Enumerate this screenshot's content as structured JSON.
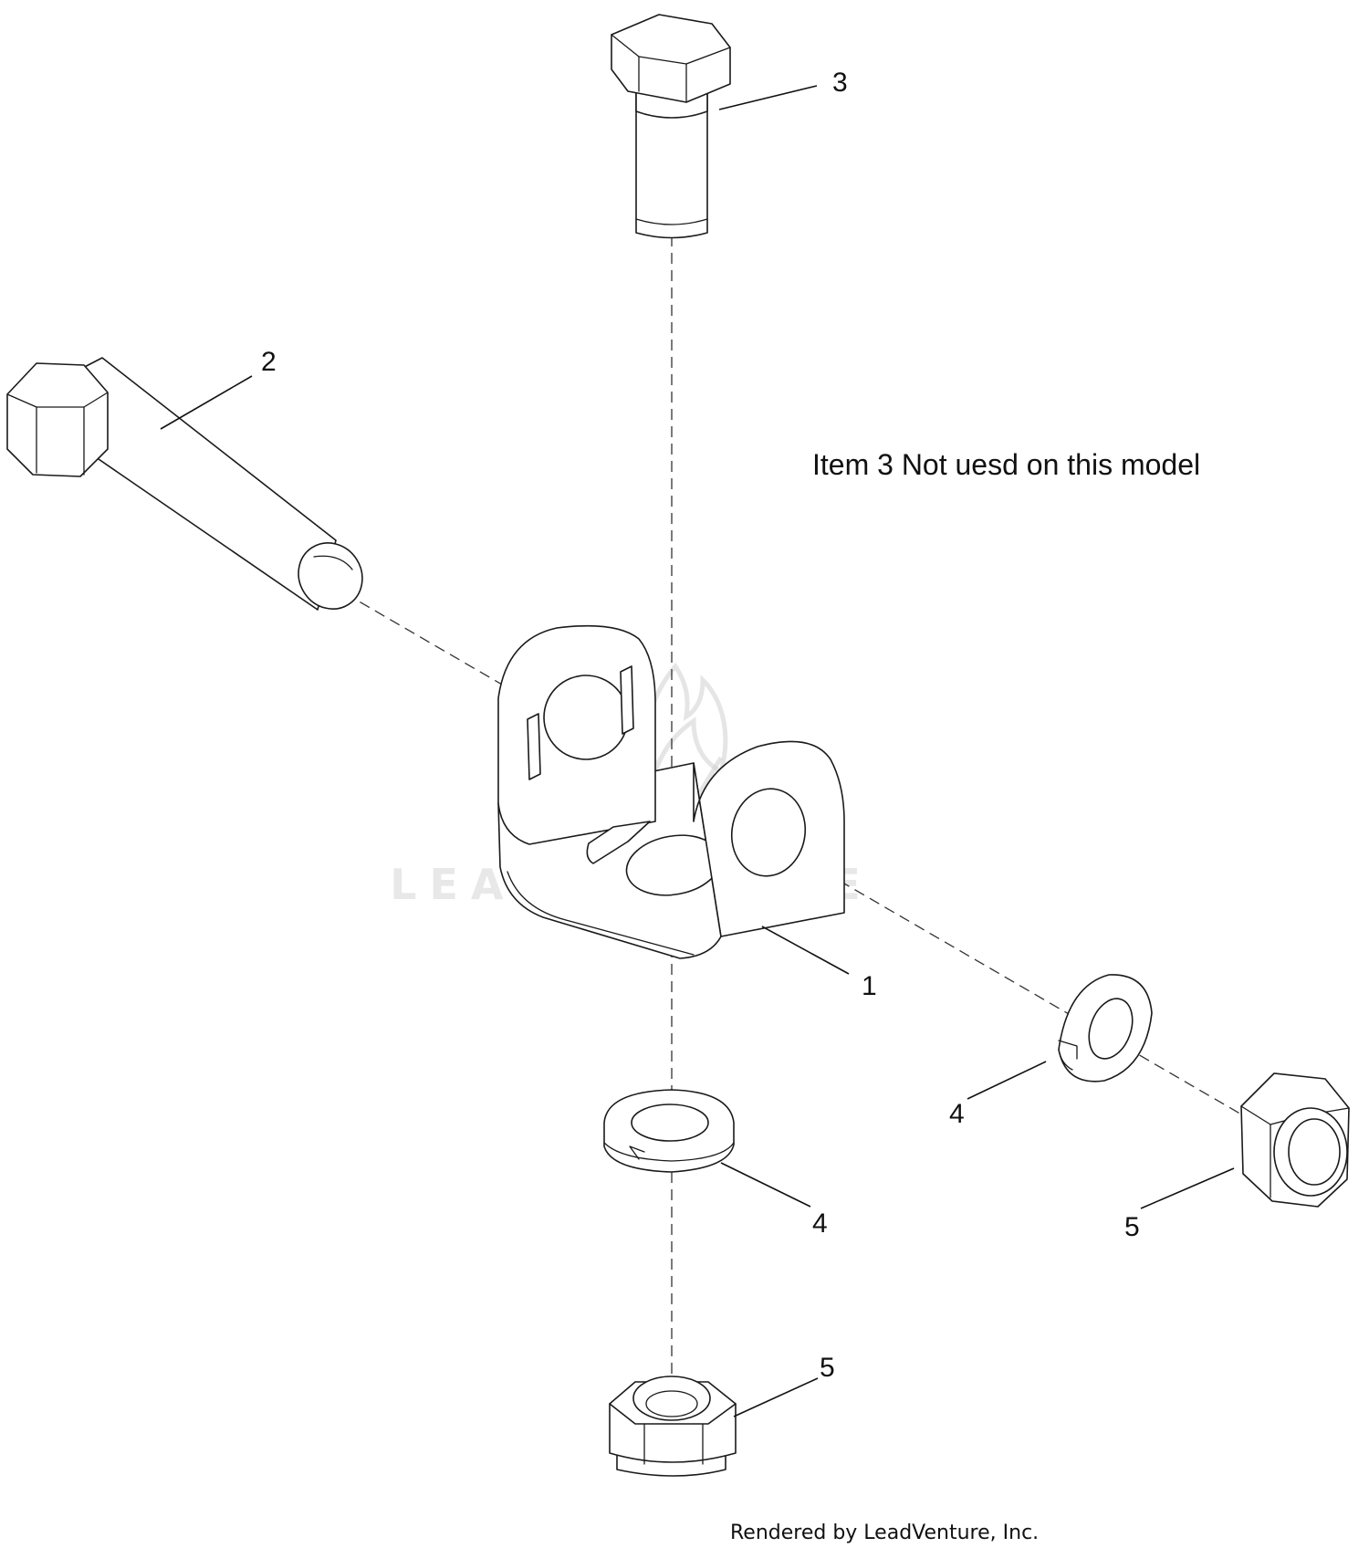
{
  "note": "Item 3 Not uesd on this model",
  "watermark": "LEADVENTURE",
  "credit": "Rendered by LeadVenture, Inc.",
  "callouts": {
    "bracket": "1",
    "long_bolt": "2",
    "top_bolt": "3",
    "lock_washer_right": "4",
    "lock_washer_bottom": "4",
    "lock_nut_right": "5",
    "lock_nut_bottom": "5"
  },
  "colors": {
    "line": "#1a1a1a",
    "background": "#ffffff",
    "watermark": "#d6d6d6"
  },
  "icons": {
    "watermark_mark": "leadventure-flame-logo"
  }
}
